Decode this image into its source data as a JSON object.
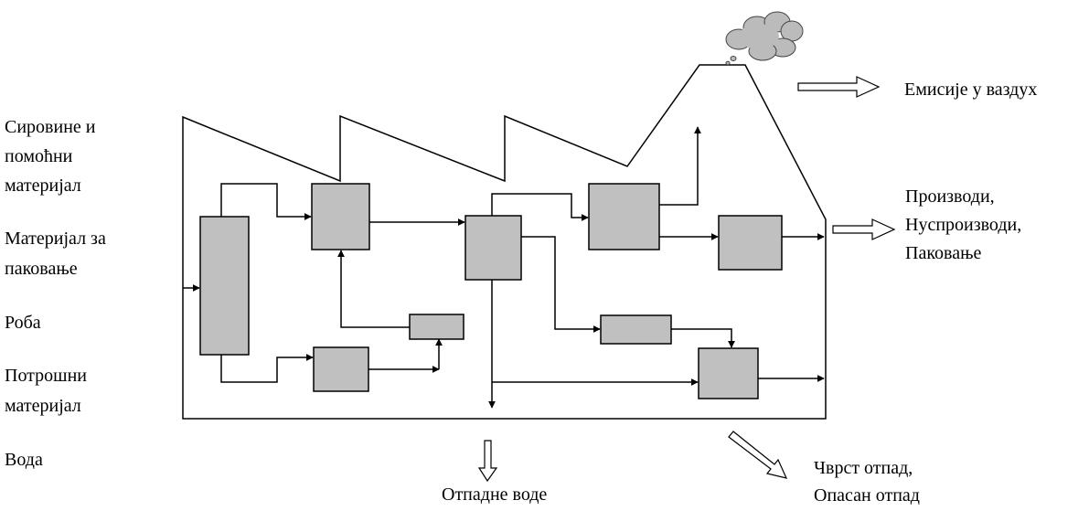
{
  "inputs": {
    "raw_materials_line1": "Сировине и",
    "raw_materials_line2": "помоћни",
    "raw_materials_line3": "материјал",
    "packaging_line1": "Материјал за",
    "packaging_line2": "паковање",
    "goods": "Роба",
    "consumables_line1": "Потрошни",
    "consumables_line2": "материјал",
    "water": "Вода"
  },
  "outputs": {
    "air_emissions": "Емисије у ваздух",
    "products_line1": "Производи,",
    "products_line2": "Нуспроизводи,",
    "products_line3": "Паковање",
    "wastewater": "Отпадне воде",
    "solid_waste_line1": "Чврст отпад,",
    "solid_waste_line2": "Опасан отпад"
  },
  "colors": {
    "process_box_fill": "#c0c0c0",
    "stroke": "#000000",
    "background": "#ffffff"
  }
}
